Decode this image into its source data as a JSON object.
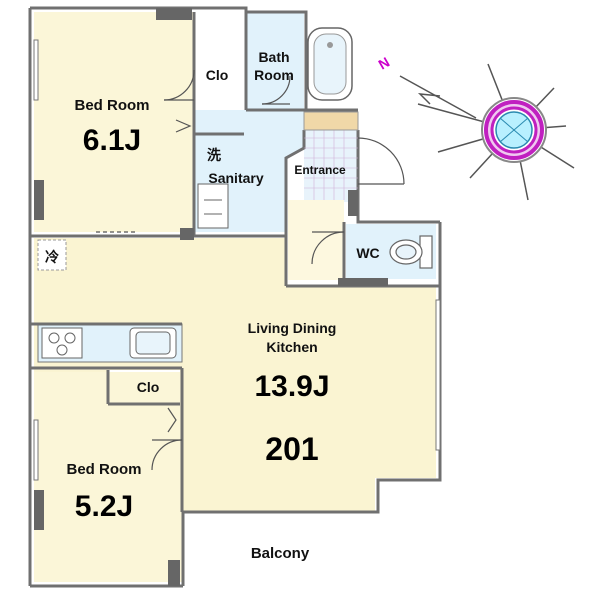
{
  "rooms": {
    "bed1": {
      "name": "Bed Room",
      "size": "6.1J"
    },
    "bed2": {
      "name": "Bed Room",
      "size": "5.2J"
    },
    "ldk": {
      "line1": "Living Dining",
      "line2": "Kitchen",
      "size": "13.9J",
      "unit": "201"
    },
    "bath": {
      "line1": "Bath",
      "line2": "Room"
    },
    "closet_top": "Clo",
    "closet_bottom": "Clo",
    "sanitary": "Sanitary",
    "wash_mark": "洗",
    "fridge_mark": "冷",
    "entrance": "Entrance",
    "wc": "WC",
    "balcony": "Balcony"
  },
  "compass": {
    "north_label": "N"
  },
  "colors": {
    "bedroom": "#fbf6d8",
    "living": "#faf4d2",
    "wet": "#e1f2fb",
    "entrance": "#fdf8df",
    "wall": "#707070",
    "compass_ring": "#c020c0"
  }
}
